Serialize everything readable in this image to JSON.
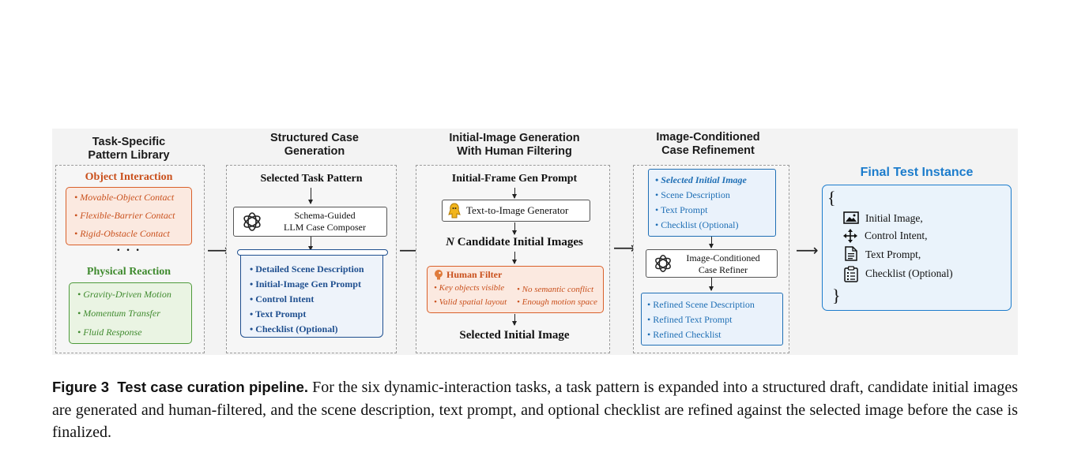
{
  "stage1": {
    "title": "Task-Specific\nPattern Library",
    "group1": {
      "title": "Object Interaction",
      "items": [
        "• Movable-Object Contact",
        "• Flexible-Barrier Contact",
        "• Rigid-Obstacle Contact"
      ]
    },
    "ellipsis": "• • •",
    "group2": {
      "title": "Physical Reaction",
      "items": [
        "• Gravity-Driven Motion",
        "• Momentum Transfer",
        "• Fluid Response"
      ]
    }
  },
  "stage2": {
    "title": "Structured Case\nGeneration",
    "input": "Selected Task Pattern",
    "composer": "Schema-Guided\nLLM Case Composer",
    "outputs": [
      "• Detailed Scene Description",
      "• Initial-Image Gen Prompt",
      "• Control Intent",
      "• Text Prompt",
      "• Checklist  (Optional)"
    ]
  },
  "stage3": {
    "title": "Initial-Image Generation\nWith Human Filtering",
    "prompt": "Initial-Frame Gen Prompt",
    "generator": "Text-to-Image Generator",
    "candidates_n": "N",
    "candidates": "Candidate Initial Images",
    "filter_title": "Human Filter",
    "filter_items": [
      "• Key objects visible",
      "• No semantic conflict",
      "• Valid spatial layout",
      "• Enough motion space"
    ],
    "selected": "Selected Initial Image"
  },
  "stage4": {
    "title": "Image-Conditioned\nCase Refinement",
    "inputs_first": "• Selected Initial Image",
    "inputs": [
      "• Scene Description",
      "• Text Prompt",
      "• Checklist  (Optional)"
    ],
    "refiner": "Image-Conditioned\nCase Refiner",
    "outputs": [
      "• Refined Scene Description",
      "• Refined Text Prompt",
      "• Refined Checklist"
    ]
  },
  "final": {
    "title": "Final Test Instance",
    "open_brace": "{",
    "close_brace": "}",
    "items": [
      {
        "icon": "image-icon",
        "label": "Initial Image,"
      },
      {
        "icon": "move-arrows-icon",
        "label": "Control Intent,"
      },
      {
        "icon": "document-icon",
        "label": "Text Prompt,"
      },
      {
        "icon": "clipboard-checklist-icon",
        "label": "Checklist  (Optional)"
      }
    ]
  },
  "caption": {
    "label": "Figure 3",
    "title": "Test case curation pipeline.",
    "text": "For the six dynamic-interaction tasks, a task pattern is expanded into a structured draft, candidate initial images are generated and human-filtered, and the scene description, text prompt, and optional checklist are refined against the selected image before the case is finalized."
  },
  "colors": {
    "object_interaction": "#c9501c",
    "physical_reaction": "#3f8a2e",
    "structured_blue": "#1f4f8f",
    "refine_blue": "#1f6fb5",
    "human_filter": "#c9501c",
    "final_title": "#1c7ccc"
  }
}
